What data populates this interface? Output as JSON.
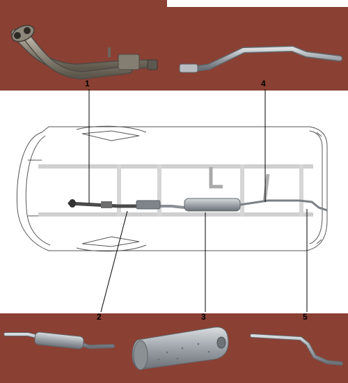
{
  "colors": {
    "band_background": "#8b4034",
    "pipe_metal": "#a8adb2",
    "outline": "#555555"
  },
  "callouts": [
    {
      "id": 1,
      "label": "1",
      "part": "exhaust-manifold-downpipe"
    },
    {
      "id": 2,
      "label": "2",
      "part": "front-silencer-pipe"
    },
    {
      "id": 3,
      "label": "3",
      "part": "middle-muffler"
    },
    {
      "id": 4,
      "label": "4",
      "part": "intermediate-pipe"
    },
    {
      "id": 5,
      "label": "5",
      "part": "tail-pipe"
    }
  ]
}
